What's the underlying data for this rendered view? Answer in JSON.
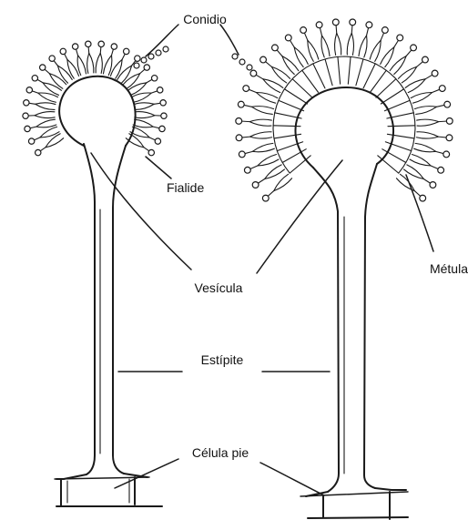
{
  "labels": {
    "conidio": "Conidio",
    "fialide": "Fialide",
    "metula": "Métula",
    "vesicula": "Vesícula",
    "estipite": "Estípite",
    "celula_pie": "Célula pie"
  }
}
